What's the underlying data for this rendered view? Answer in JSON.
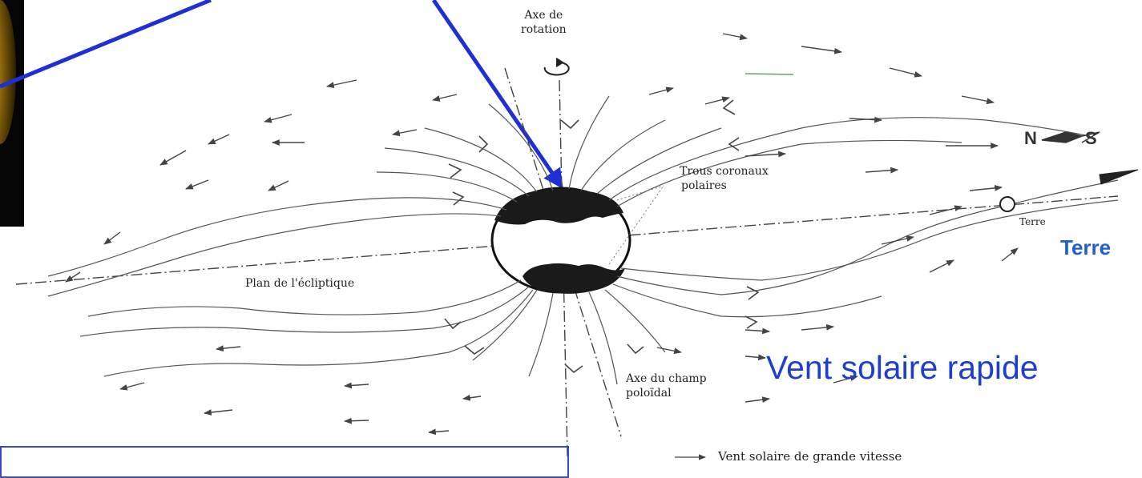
{
  "labels": {
    "rotation_axis_line1": "Axe de",
    "rotation_axis_line2": "rotation",
    "coronal_holes_line1": "Trous coronaux",
    "coronal_holes_line2": "polaires",
    "earth_small": "Terre",
    "earth_big": "Terre",
    "ecliptic_plane": "Plan de l'écliptique",
    "poloidal_axis_line1": "Axe du champ",
    "poloidal_axis_line2": "poloïdal",
    "fast_solar_wind": "Vent solaire rapide",
    "legend_fast_wind": "Vent solaire de grande vitesse",
    "north": "N",
    "south": "S"
  },
  "colors": {
    "pointer_arrow": "#1f2fd6",
    "big_text": "#1d3fcf",
    "earth_text": "#1f5fcf",
    "field_lines": "#444444",
    "coronal_hole": "#1a1a1a"
  },
  "icons": {
    "rotation": "circular-arrow-icon",
    "earth": "circle-earth-icon",
    "sun_thumbnail": "sun-image"
  }
}
